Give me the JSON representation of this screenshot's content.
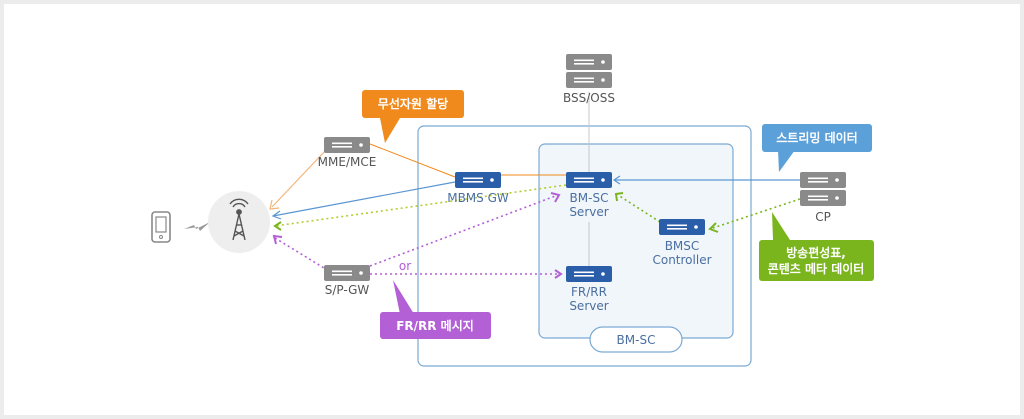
{
  "diagram": {
    "colors": {
      "server_gray": "#8a8a8a",
      "server_blue": "#2b5ea8",
      "box_border": "#7aaad2",
      "inner_fill": "#f1f6fb",
      "orange": "#f08a1c",
      "blue_line": "#5b96d2",
      "green": "#7ab51d",
      "purple": "#b35fd6",
      "bubble_blue": "#5ba0d8"
    },
    "nodes": {
      "mme": "MME/MCE",
      "bss": "BSS/OSS",
      "mbms": "MBMS GW",
      "bmsc_server_line1": "BM-SC",
      "bmsc_server_line2": "Server",
      "bmsc_controller_line1": "BMSC",
      "bmsc_controller_line2": "Controller",
      "frrr_line1": "FR/RR",
      "frrr_line2": "Server",
      "spgw": "S/P-GW",
      "cp": "CP",
      "bmsc_group": "BM-SC"
    },
    "callouts": {
      "radio_alloc": "무선자원 할당",
      "streaming": "스트리밍 데이터",
      "schedule_line1": "방송편성표,",
      "schedule_line2": "콘텐츠 메타 데이터",
      "frrr_msg": "FR/RR 메시지"
    },
    "or_label": "or",
    "icons": {
      "device": "smartphone-icon",
      "signal": "lightning-icon",
      "tower": "cell-tower-icon"
    }
  }
}
